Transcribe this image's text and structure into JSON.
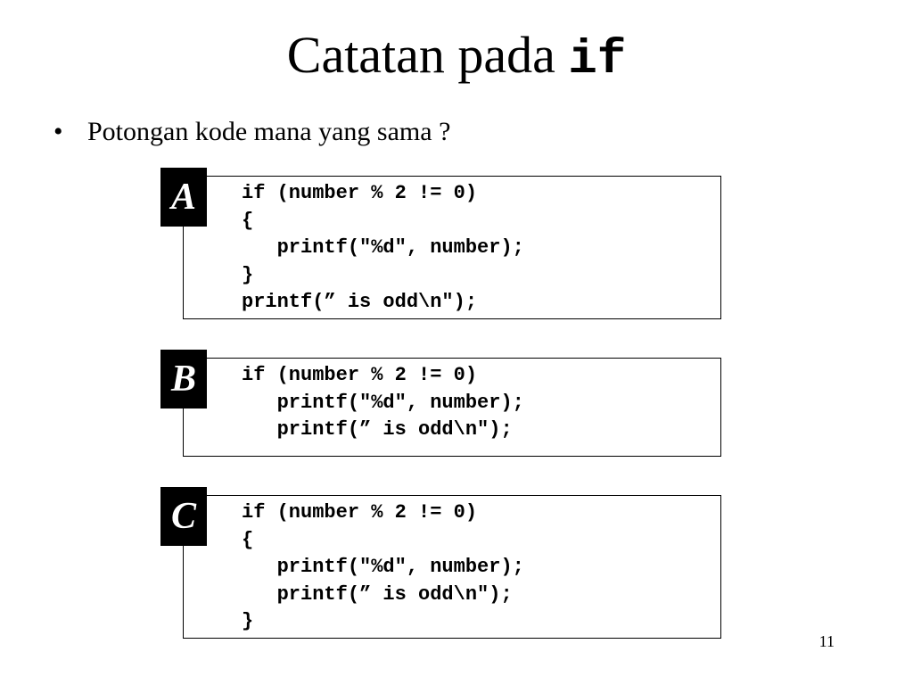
{
  "slide": {
    "title": "Catatan pada ",
    "title_keyword": "if",
    "bullet_symbol": "•",
    "bullet_text": "Potongan kode mana yang sama ?",
    "page_number": "11"
  },
  "options": [
    {
      "label": "A",
      "code": "if (number % 2 != 0)\n{\n   printf(\"%d\", number);\n}\nprintf(” is odd\\n\");"
    },
    {
      "label": "B",
      "code": "if (number % 2 != 0)\n   printf(\"%d\", number);\n   printf(” is odd\\n\");"
    },
    {
      "label": "C",
      "code": "if (number % 2 != 0)\n{\n   printf(\"%d\", number);\n   printf(” is odd\\n\");\n}"
    }
  ]
}
